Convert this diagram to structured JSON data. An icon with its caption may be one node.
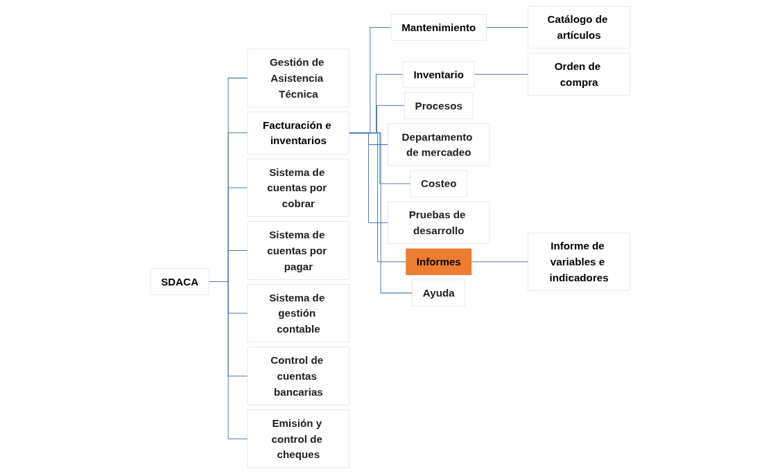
{
  "diagram": {
    "nodes": [
      {
        "text": [
          "SDACA"
        ]
      },
      {
        "text": [
          "Gestión de Asistencia Técnica"
        ]
      },
      {
        "text": [
          "Facturación e inventarios"
        ]
      },
      {
        "text": [
          "Sistema de cuentas por cobrar"
        ]
      },
      {
        "text": [
          "Sistema de cuentas por pagar"
        ]
      },
      {
        "text": [
          "Sistema de gestión contable"
        ]
      },
      {
        "text": [
          "Control de cuentas bancarias"
        ]
      },
      {
        "text": [
          "Emisión y control de cheques"
        ]
      },
      {
        "text": [
          "Mantenimiento"
        ]
      },
      {
        "text": [
          "Catálogo de artículos"
        ]
      },
      {
        "text": [
          "Inventario"
        ]
      },
      {
        "text": [
          "Orden de compra"
        ]
      },
      {
        "text": [
          "Procesos"
        ]
      },
      {
        "text": [
          "Departamento de mercadeo"
        ]
      },
      {
        "text": [
          "Costeo"
        ]
      },
      {
        "text": [
          "Pruebas de desarrollo"
        ]
      },
      {
        "text": [
          "Informes"
        ]
      },
      {
        "text": [
          "Informe de variables e indicadores"
        ]
      },
      {
        "text": [
          "Ayuda"
        ]
      }
    ],
    "edges": [
      {
        "from": 0,
        "to": 1,
        "arrow": "none"
      },
      {
        "from": 0,
        "to": 2,
        "arrow": "none"
      },
      {
        "from": 0,
        "to": 3,
        "arrow": "none"
      },
      {
        "from": 0,
        "to": 4,
        "arrow": "none"
      },
      {
        "from": 0,
        "to": 5,
        "arrow": "none"
      },
      {
        "from": 0,
        "to": 6,
        "arrow": "none"
      },
      {
        "from": 0,
        "to": 7,
        "arrow": "none"
      },
      {
        "from": 2,
        "to": 8,
        "arrow": "none"
      },
      {
        "from": 2,
        "to": 10,
        "arrow": "none"
      },
      {
        "from": 2,
        "to": 12,
        "arrow": "none"
      },
      {
        "from": 2,
        "to": 13,
        "arrow": "none"
      },
      {
        "from": 2,
        "to": 14,
        "arrow": "none"
      },
      {
        "from": 2,
        "to": 15,
        "arrow": "none"
      },
      {
        "from": 2,
        "to": 16,
        "arrow": "none"
      },
      {
        "from": 2,
        "to": 18,
        "arrow": "none"
      },
      {
        "from": 8,
        "to": 9,
        "arrow": "none"
      },
      {
        "from": 10,
        "to": 11,
        "arrow": "none"
      },
      {
        "from": 16,
        "to": 17,
        "arrow": "none"
      }
    ]
  }
}
